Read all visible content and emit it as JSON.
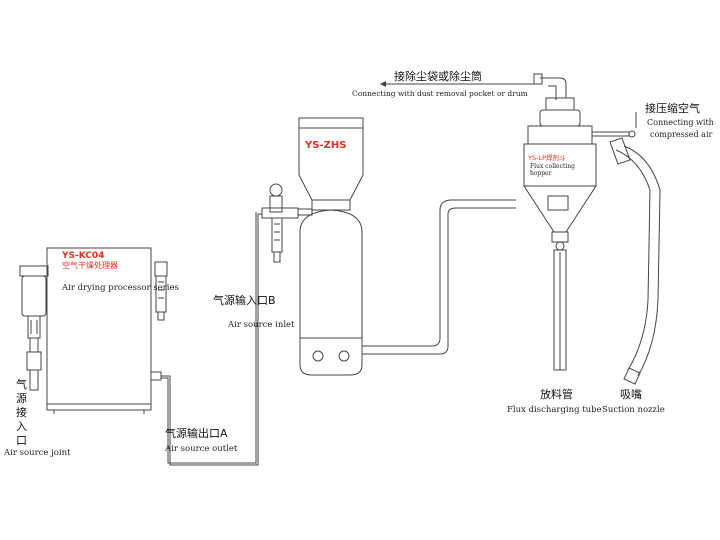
{
  "labels": {
    "kc04_model": "YS-KC04",
    "kc04_cn": "空气干燥处理器",
    "kc04_en": "Air drying processor series",
    "zhs_model": "YS-ZHS",
    "lp_model": "YS-LP焊剂斗",
    "lp_en_1": "Flux collecting",
    "lp_en_2": "hopper",
    "dust_cn": "接除尘袋或除尘筒",
    "dust_en": "Connecting with dust removal pocket or drum",
    "compressed_cn": "接压缩空气",
    "compressed_en_1": "Connecting with",
    "compressed_en_2": "compressed air",
    "inlet_b_cn": "气源输入口B",
    "inlet_b_en": "Air source inlet",
    "outlet_a_cn": "气源输出口A",
    "outlet_a_en": "Air source outlet",
    "joint_cn_1": "气",
    "joint_cn_2": "源",
    "joint_cn_3": "接",
    "joint_cn_4": "入",
    "joint_cn_5": "口",
    "joint_en": "Air source joint",
    "discharge_cn": "放料管",
    "discharge_en": "Flux discharging tube",
    "suction_cn": "吸嘴",
    "suction_en": "Suction nozzle"
  },
  "colors": {
    "line": "#444444",
    "accent_red": "#e0301e"
  }
}
